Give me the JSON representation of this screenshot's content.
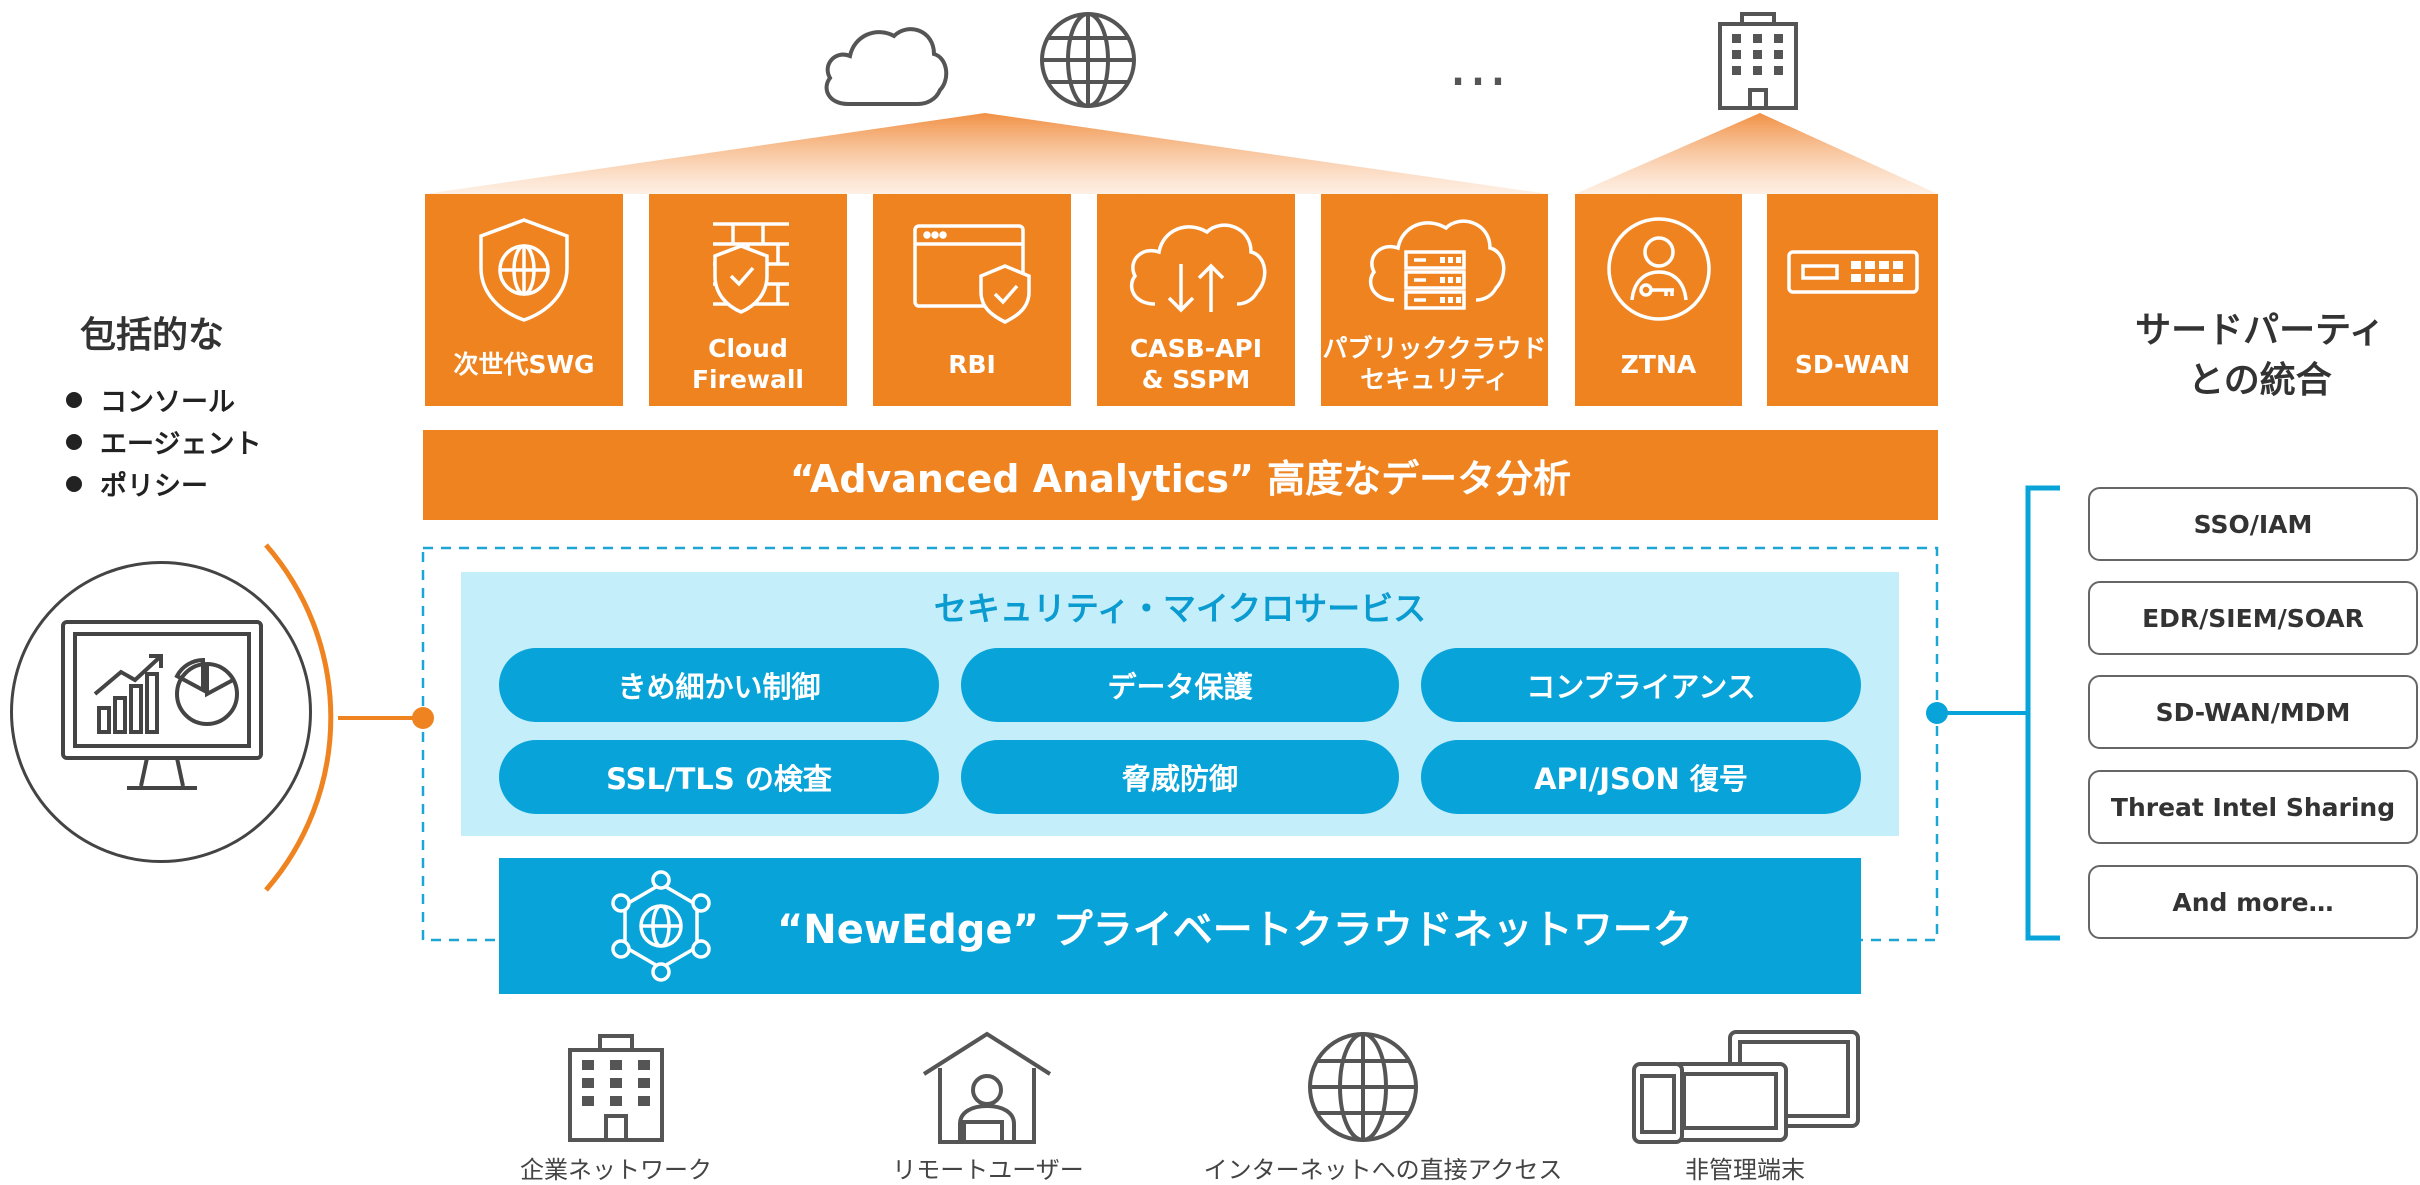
{
  "left_panel": {
    "title": "包括的な",
    "items": [
      "コンソール",
      "エージェント",
      "ポリシー"
    ]
  },
  "right_panel": {
    "title_line1": "サードパーティ",
    "title_line2": "との統合",
    "integrations": [
      "SSO/IAM",
      "EDR/SIEM/SOAR",
      "SD-WAN/MDM",
      "Threat Intel Sharing",
      "And more…"
    ]
  },
  "top": {
    "ellipsis": "…"
  },
  "cards": [
    {
      "label": "次世代SWG",
      "icon": "shield-globe-icon"
    },
    {
      "label": "Cloud\nFirewall",
      "icon": "firewall-shield-icon"
    },
    {
      "label": "RBI",
      "icon": "browser-shield-icon"
    },
    {
      "label": "CASB-API\n& SSPM",
      "icon": "cloud-sync-icon"
    },
    {
      "label": "パブリッククラウド\nセキュリティ",
      "icon": "cloud-server-icon"
    },
    {
      "label": "ZTNA",
      "icon": "user-key-icon"
    },
    {
      "label": "SD-WAN",
      "icon": "network-appliance-icon"
    }
  ],
  "analytics_bar": "“Advanced Analytics” 高度なデータ分析",
  "microservices": {
    "title": "セキュリティ・マイクロサービス",
    "pills": [
      "きめ細かい制御",
      "データ保護",
      "コンプライアンス",
      "SSL/TLS の検査",
      "脅威防御",
      "API/JSON 復号"
    ]
  },
  "newedge_bar": "“NewEdge” プライベートクラウドネットワーク",
  "bottom": [
    "企業ネットワーク",
    "リモートユーザー",
    "インターネットへの直接アクセス",
    "非管理端末"
  ],
  "colors": {
    "orange": "#ee8320",
    "blue": "#08a3d8",
    "light_blue": "#c5eefb"
  }
}
